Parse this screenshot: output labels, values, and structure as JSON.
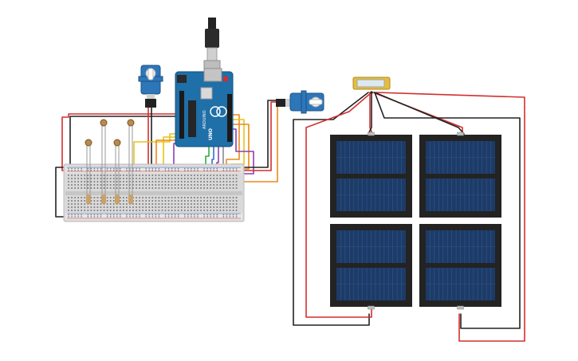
{
  "colors": {
    "background": "#ffffff",
    "arduino_board": "#1f6fa8",
    "arduino_dark": "#15527e",
    "breadboard": "#d9d9d9",
    "breadboard_border": "#bdbdbd",
    "solar_cell": "#1d3b66",
    "solar_cell_line": "#2c5590",
    "solar_frame": "#232323",
    "servo_body": "#2d77b9",
    "servo_horn": "#f2f2f2",
    "multimeter": "#e6bd3c",
    "multimeter_screen": "#dfe8ef",
    "wire_red": "#d32f2f",
    "wire_black": "#222222",
    "wire_orange": "#e98a18",
    "wire_yellow": "#e6c21a",
    "wire_green": "#35a845",
    "wire_blue": "#2f6fd6",
    "wire_purple": "#8a3fb5",
    "wire_gray": "#8c8c8c",
    "ldr": "#b98a4e"
  },
  "components": {
    "arduino": {
      "label": "UNO",
      "brand": "ARDUINO",
      "icon": "arduino-uno-icon"
    },
    "usb_cable": {
      "icon": "usb-cable-icon"
    },
    "servo_left": {
      "icon": "servo-icon"
    },
    "servo_right": {
      "icon": "servo-icon"
    },
    "breadboard": {
      "icon": "breadboard-icon"
    },
    "photoresistors": {
      "count": 4,
      "icon": "photoresistor-icon"
    },
    "multimeter": {
      "icon": "multimeter-icon"
    },
    "solar_panels": {
      "count": 4,
      "icon": "solar-panel-icon"
    }
  }
}
